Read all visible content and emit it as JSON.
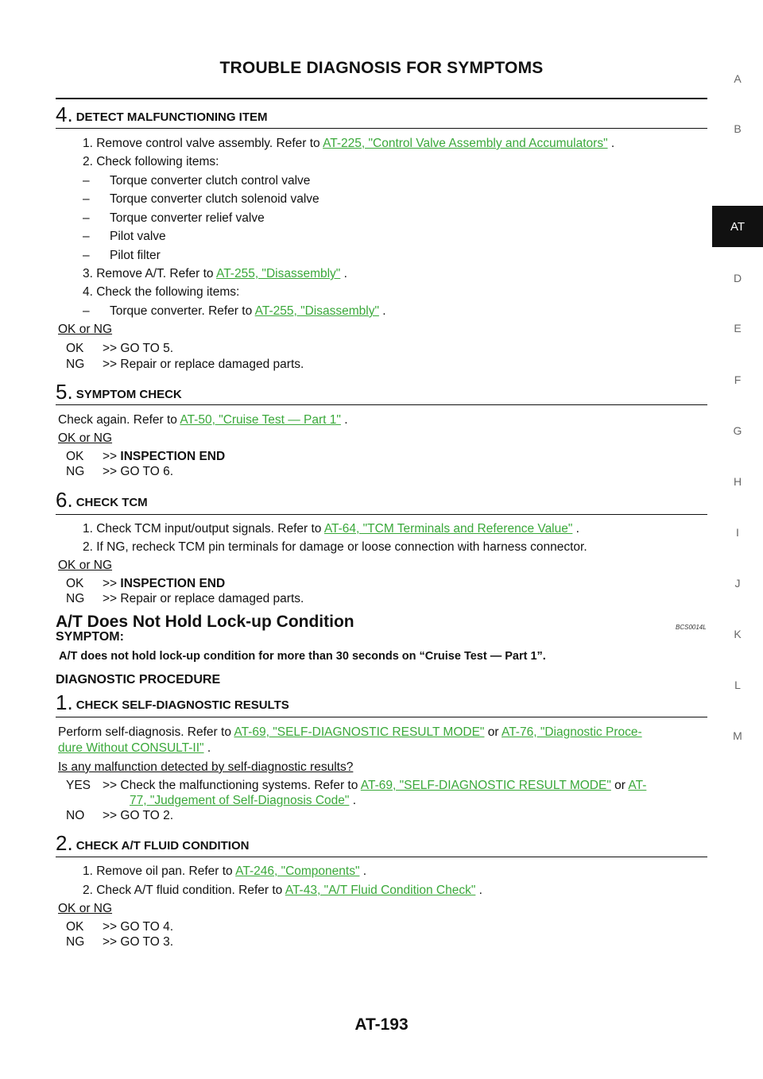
{
  "header": {
    "title": "TROUBLE DIAGNOSIS FOR SYMPTOMS"
  },
  "side_index": {
    "letters": [
      "A",
      "B",
      "AT",
      "D",
      "E",
      "F",
      "G",
      "H",
      "I",
      "J",
      "K",
      "L",
      "M"
    ],
    "active": "AT"
  },
  "step4": {
    "num": "4.",
    "title": "DETECT MALFUNCTIONING ITEM",
    "l1_pre": "1. Remove control valve assembly. Refer to ",
    "l1_link": "AT-225, \"Control Valve Assembly and Accumulators\"",
    "l1_post": " .",
    "l2": "2. Check following items:",
    "items": [
      "Torque converter clutch control valve",
      "Torque converter clutch solenoid valve",
      "Torque converter relief valve",
      "Pilot valve",
      "Pilot filter"
    ],
    "dash": "–",
    "l3_pre": "3. Remove A/T. Refer to ",
    "l3_link": "AT-255, \"Disassembly\"",
    "l3_post": " .",
    "l4": "4. Check the following items:",
    "l5_pre": "Torque converter. Refer to ",
    "l5_link": "AT-255, \"Disassembly\"",
    "l5_post": " .",
    "okng": "OK or NG",
    "ok_label": "OK",
    "ok_text": ">> GO TO 5.",
    "ng_label": "NG",
    "ng_text": ">> Repair or replace damaged parts."
  },
  "step5": {
    "num": "5.",
    "title": "SYMPTOM CHECK",
    "l1_pre": "Check again. Refer to ",
    "l1_link": "AT-50, \"Cruise Test — Part 1\"",
    "l1_post": " .",
    "okng": "OK or NG",
    "ok_label": "OK",
    "ok_arrow": ">>",
    "ok_text": "INSPECTION END",
    "ng_label": "NG",
    "ng_text": ">> GO TO 6."
  },
  "step6": {
    "num": "6.",
    "title": "CHECK TCM",
    "l1_pre": "1. Check TCM input/output signals. Refer to ",
    "l1_link": "AT-64, \"TCM Terminals and Reference Value\"",
    "l1_post": " .",
    "l2": "2. If NG, recheck TCM pin terminals for damage or loose connection with harness connector.",
    "okng": "OK or NG",
    "ok_label": "OK",
    "ok_arrow": ">>",
    "ok_text": "INSPECTION END",
    "ng_label": "NG",
    "ng_text": ">> Repair or replace damaged parts."
  },
  "section": {
    "title": "A/T Does Not Hold Lock-up Condition",
    "code": "BCS0014L",
    "symptom_label": "SYMPTOM:",
    "symptom_text": "A/T does not hold lock-up condition for more than 30 seconds on “Cruise Test — Part 1”.",
    "procedure_label": "DIAGNOSTIC PROCEDURE"
  },
  "s1": {
    "num": "1.",
    "title": "CHECK SELF-DIAGNOSTIC RESULTS",
    "l1_pre": "Perform self-diagnosis. Refer to ",
    "l1_link1": "AT-69, \"SELF-DIAGNOSTIC RESULT MODE\"",
    "l1_mid": "  or ",
    "l1_link2a": "AT-76, \"Diagnostic Proce-",
    "l2_link2b": "dure Without CONSULT-II\"",
    "l2_post": " .",
    "question": "Is any malfunction detected by self-diagnostic results?",
    "yes_label": "YES",
    "yes_pre": ">> Check the malfunctioning systems. Refer to ",
    "yes_link1": "AT-69, \"SELF-DIAGNOSTIC RESULT MODE\"",
    "yes_mid": "  or ",
    "yes_link2a": "AT-",
    "yes_link2b": "77, \"Judgement of Self-Diagnosis Code\"",
    "yes_post": " .",
    "no_label": "NO",
    "no_text": ">> GO TO 2."
  },
  "s2": {
    "num": "2.",
    "title": "CHECK A/T FLUID CONDITION",
    "l1_pre": "1. Remove oil pan. Refer to ",
    "l1_link": "AT-246, \"Components\"",
    "l1_post": " .",
    "l2_pre": "2. Check A/T fluid condition. Refer to ",
    "l2_link": "AT-43, \"A/T Fluid Condition Check\"",
    "l2_post": " .",
    "okng": "OK or NG",
    "ok_label": "OK",
    "ok_text": ">> GO TO 4.",
    "ng_label": "NG",
    "ng_text": ">> GO TO 3."
  },
  "footer": {
    "page": "AT-193"
  }
}
